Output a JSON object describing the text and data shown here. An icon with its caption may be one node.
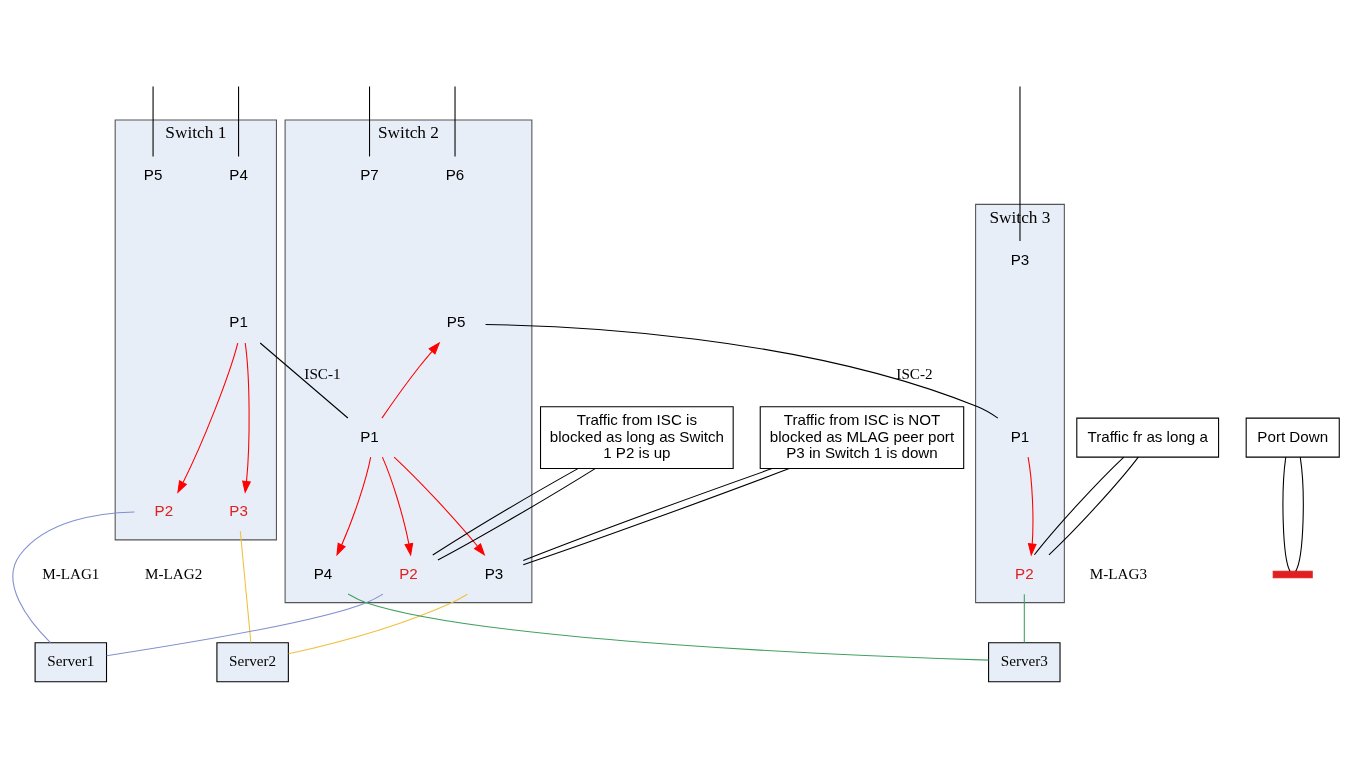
{
  "diagram": {
    "nodes": [
      {
        "text": [
          "Switch 1"
        ]
      },
      {
        "text": [
          "P4"
        ],
        "in": 0
      },
      {
        "text": [
          "P5"
        ],
        "in": 0
      },
      {
        "text": [
          "P1"
        ],
        "in": 0
      },
      {
        "text": [
          "P2"
        ],
        "in": 0
      },
      {
        "text": [
          "P3"
        ],
        "in": 0
      },
      {
        "text": [
          "Switch 2"
        ]
      },
      {
        "text": [
          "P6"
        ],
        "in": 6
      },
      {
        "text": [
          "P7"
        ],
        "in": 6
      },
      {
        "text": [
          "P1"
        ],
        "in": 6
      },
      {
        "text": [
          "P5"
        ],
        "in": 6
      },
      {
        "text": [
          "P2"
        ],
        "in": 6
      },
      {
        "text": [
          "P3"
        ],
        "in": 6
      },
      {
        "text": [
          "P4"
        ],
        "in": 6
      },
      {
        "text": [
          "Switch 3"
        ]
      },
      {
        "text": [
          "P3"
        ],
        "in": 14
      },
      {
        "text": [
          "P1"
        ],
        "in": 14
      },
      {
        "text": [
          "P2"
        ],
        "in": 14
      },
      {
        "text": [
          "Server1"
        ]
      },
      {
        "text": [
          "Server2"
        ]
      },
      {
        "text": [
          "Server3"
        ]
      },
      {
        "text": [
          "Traffic from ISC is blocked as long as Switch 1 P2 is up"
        ]
      },
      {
        "text": [
          "Traffic from ISC is NOT blocked as MLAG peer port P3 in Switch 1 is down"
        ]
      },
      {
        "text": [
          "Traffic fr as long a"
        ]
      },
      {
        "text": [
          "Port Down"
        ]
      },
      {
        "text": [],
        "shape": "bar"
      }
    ],
    "edges": [
      {
        "from": 1,
        "to": null,
        "arrow": "none"
      },
      {
        "from": 2,
        "to": null,
        "arrow": "none"
      },
      {
        "from": 7,
        "to": null,
        "arrow": "none"
      },
      {
        "from": 8,
        "to": null,
        "arrow": "none"
      },
      {
        "from": 15,
        "to": null,
        "arrow": "none"
      },
      {
        "from": 3,
        "to": 9,
        "arrow": "none",
        "label": "ISC-1"
      },
      {
        "from": 10,
        "to": 16,
        "arrow": "none",
        "label": "ISC-2"
      },
      {
        "from": 3,
        "to": 4,
        "arrow": "to",
        "color": "#ff0000"
      },
      {
        "from": 3,
        "to": 5,
        "arrow": "to",
        "color": "#ff0000"
      },
      {
        "from": 9,
        "to": 11,
        "arrow": "to",
        "color": "#ff0000"
      },
      {
        "from": 9,
        "to": 10,
        "arrow": "to",
        "color": "#ff0000"
      },
      {
        "from": 9,
        "to": 12,
        "arrow": "to",
        "color": "#ff0000"
      },
      {
        "from": 9,
        "to": 13,
        "arrow": "to",
        "color": "#ff0000"
      },
      {
        "from": 16,
        "to": 17,
        "arrow": "to",
        "color": "#ff0000"
      },
      {
        "from": 4,
        "to": 18,
        "arrow": "none",
        "color": "#8090d0"
      },
      {
        "from": 11,
        "to": 18,
        "arrow": "none",
        "color": "#8090d0"
      },
      {
        "from": 5,
        "to": 19,
        "arrow": "none",
        "color": "#f0c040"
      },
      {
        "from": 12,
        "to": 19,
        "arrow": "none",
        "color": "#f0c040"
      },
      {
        "from": 13,
        "to": 20,
        "arrow": "none",
        "color": "#40a060"
      },
      {
        "from": 17,
        "to": 20,
        "arrow": "none",
        "color": "#40a060"
      },
      {
        "from": 21,
        "to": 11,
        "arrow": "none"
      },
      {
        "from": 21,
        "to": 11,
        "arrow": "none"
      },
      {
        "from": 22,
        "to": 12,
        "arrow": "none"
      },
      {
        "from": 22,
        "to": 12,
        "arrow": "none"
      },
      {
        "from": 23,
        "to": 17,
        "arrow": "none"
      },
      {
        "from": 23,
        "to": 17,
        "arrow": "none"
      },
      {
        "from": 24,
        "to": 25,
        "arrow": "none"
      },
      {
        "from": 24,
        "to": 25,
        "arrow": "none"
      }
    ],
    "labels": [
      "M-LAG1",
      "M-LAG2",
      "M-LAG3"
    ]
  }
}
